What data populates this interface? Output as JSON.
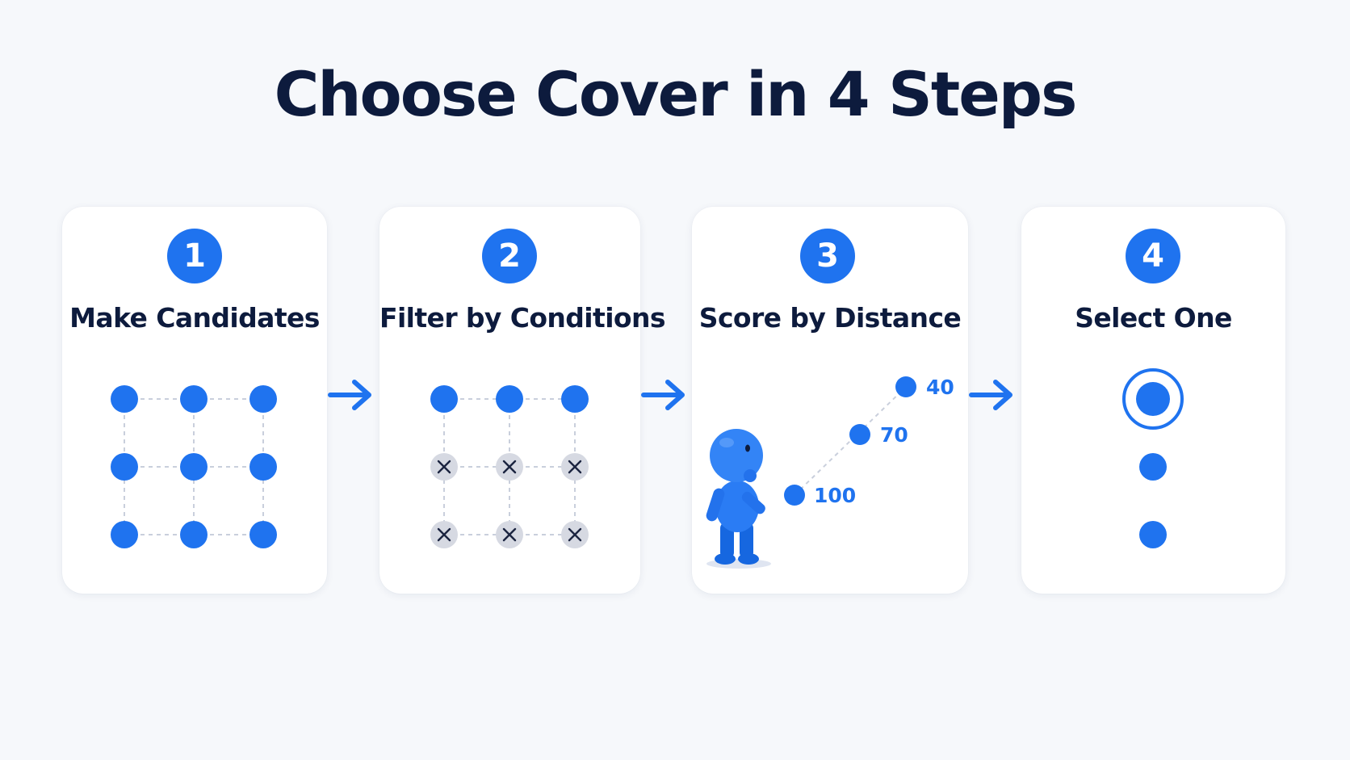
{
  "title": "Choose Cover in 4 Steps",
  "colors": {
    "accent": "#1f73ef",
    "title_text": "#0d1b3d",
    "rejected_fill": "#d6d9e2",
    "connector": "#c9cfdc",
    "card_background": "#ffffff",
    "page_background": "#f6f8fb"
  },
  "steps": [
    {
      "number": "1",
      "label": "Make Candidates"
    },
    {
      "number": "2",
      "label": "Filter by Conditions"
    },
    {
      "number": "3",
      "label": "Score by Distance"
    },
    {
      "number": "4",
      "label": "Select One"
    }
  ],
  "scores": [
    "100",
    "70",
    "40"
  ],
  "icons": {
    "flow_arrow": "arrow-right-icon",
    "rejected_mark": "x-icon",
    "person": "person-thinking-icon",
    "selected_option": "target-ring-icon"
  }
}
